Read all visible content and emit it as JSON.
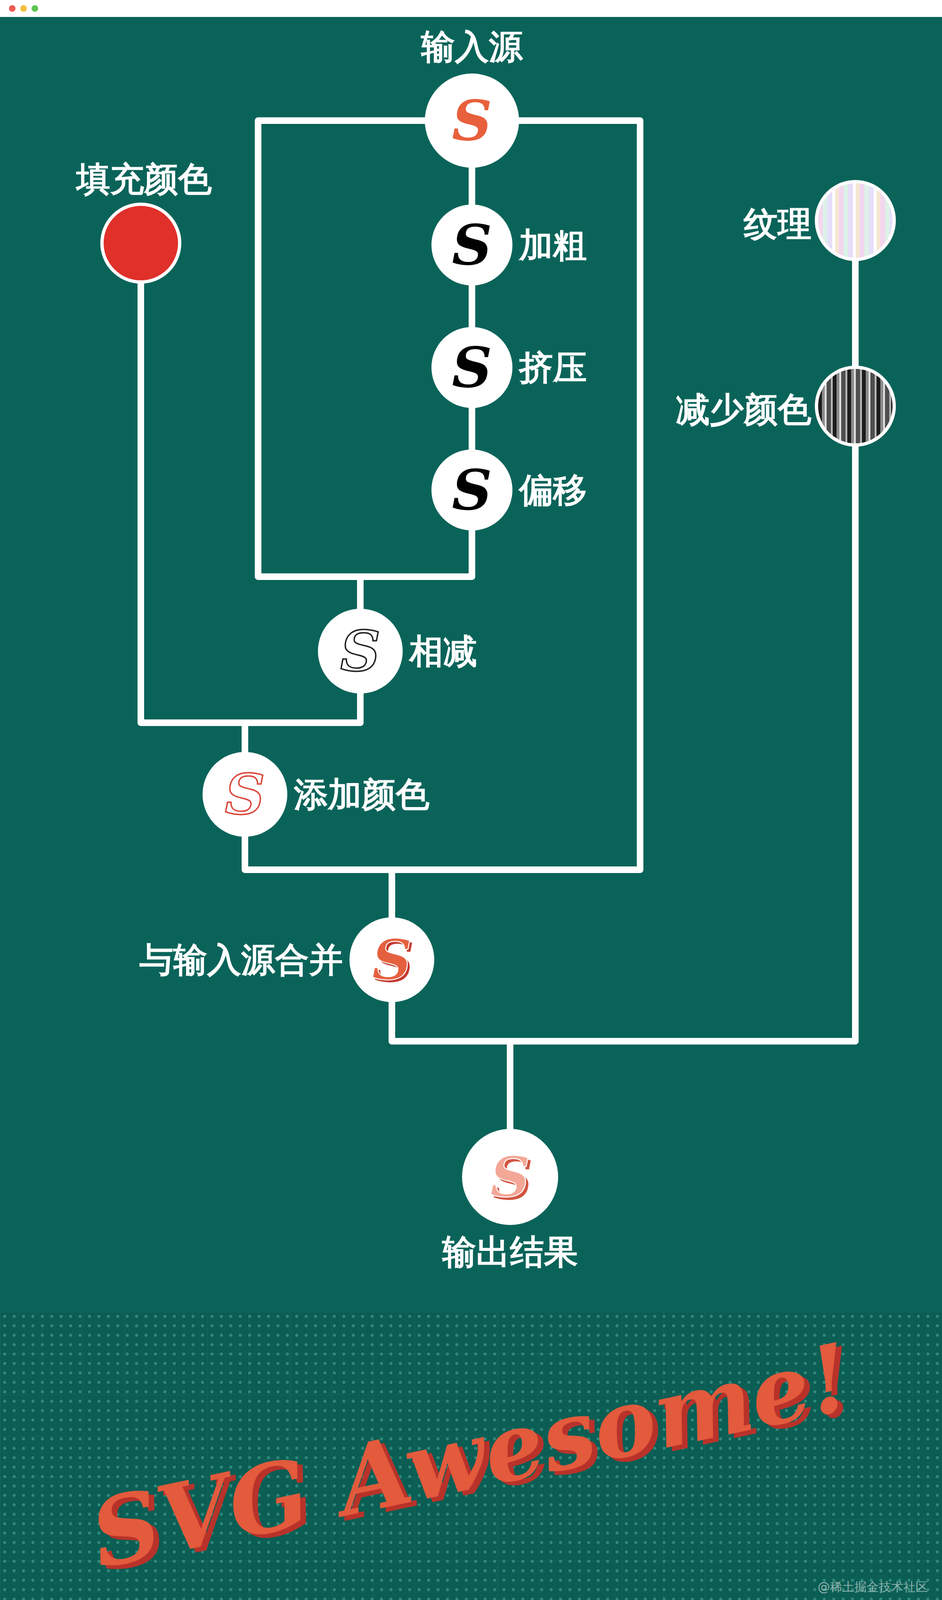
{
  "diagram": {
    "nodes": [
      {
        "text": [
          "输入源",
          "S"
        ]
      },
      {
        "text": [
          "加粗",
          "S"
        ]
      },
      {
        "text": [
          "挤压",
          "S"
        ]
      },
      {
        "text": [
          "偏移",
          "S"
        ]
      },
      {
        "text": [
          "填充颜色"
        ]
      },
      {
        "text": [
          "相减",
          "S"
        ]
      },
      {
        "text": [
          "添加颜色",
          "S"
        ]
      },
      {
        "text": [
          "与输入源合并",
          "S"
        ]
      },
      {
        "text": [
          "纹理"
        ]
      },
      {
        "text": [
          "减少颜色"
        ]
      },
      {
        "text": [
          "输出结果",
          "S"
        ]
      }
    ],
    "edges": [
      {
        "from": 0,
        "to": 1,
        "arrow": "none"
      },
      {
        "from": 1,
        "to": 2,
        "arrow": "none"
      },
      {
        "from": 2,
        "to": 3,
        "arrow": "none"
      },
      {
        "from": 0,
        "to": 5,
        "arrow": "none"
      },
      {
        "from": 3,
        "to": 5,
        "arrow": "none"
      },
      {
        "from": 4,
        "to": 6,
        "arrow": "none"
      },
      {
        "from": 5,
        "to": 6,
        "arrow": "none"
      },
      {
        "from": 0,
        "to": 7,
        "arrow": "none"
      },
      {
        "from": 6,
        "to": 7,
        "arrow": "none"
      },
      {
        "from": 8,
        "to": 9,
        "arrow": "none"
      },
      {
        "from": 7,
        "to": 10,
        "arrow": "none"
      },
      {
        "from": 9,
        "to": 10,
        "arrow": "none"
      }
    ],
    "labels": [
      "SVG Awesome!",
      "@稀土掘金技术社区"
    ]
  }
}
